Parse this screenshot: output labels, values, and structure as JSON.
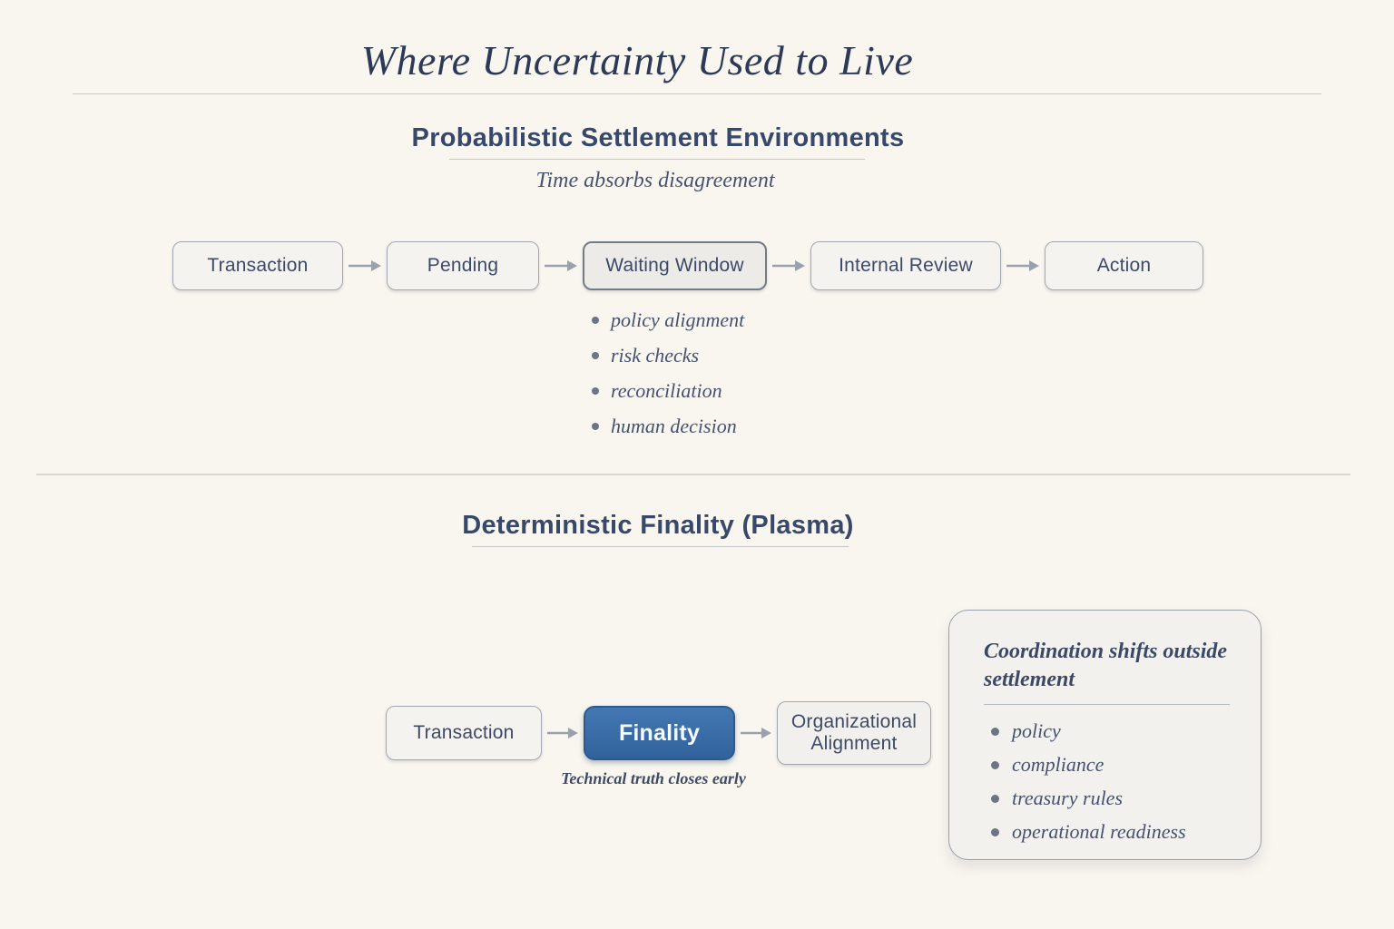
{
  "page": {
    "title": "Where Uncertainty Used to Live"
  },
  "probabilistic": {
    "heading": "Probabilistic Settlement Environments",
    "subtitle": "Time absorbs disagreement",
    "flow": [
      "Transaction",
      "Pending",
      "Waiting Window",
      "Internal Review",
      "Action"
    ],
    "waiting_window_notes": [
      "policy alignment",
      "risk checks",
      "reconciliation",
      "human decision"
    ]
  },
  "deterministic": {
    "heading": "Deterministic Finality (Plasma)",
    "flow": [
      "Transaction",
      "Finality",
      "Organizational Alignment"
    ],
    "finality_caption": "Technical truth closes early",
    "coordination_card": {
      "title": "Coordination shifts outside settlement",
      "items": [
        "policy",
        "compliance",
        "treasury rules",
        "operational readiness"
      ]
    }
  },
  "colors": {
    "background": "#f9f6f0",
    "ink_navy": "#37486b",
    "accent_blue": "#3b6ea9",
    "box_border_gray": "#a3a8b0",
    "arrow_gray": "#9aa1ac"
  }
}
